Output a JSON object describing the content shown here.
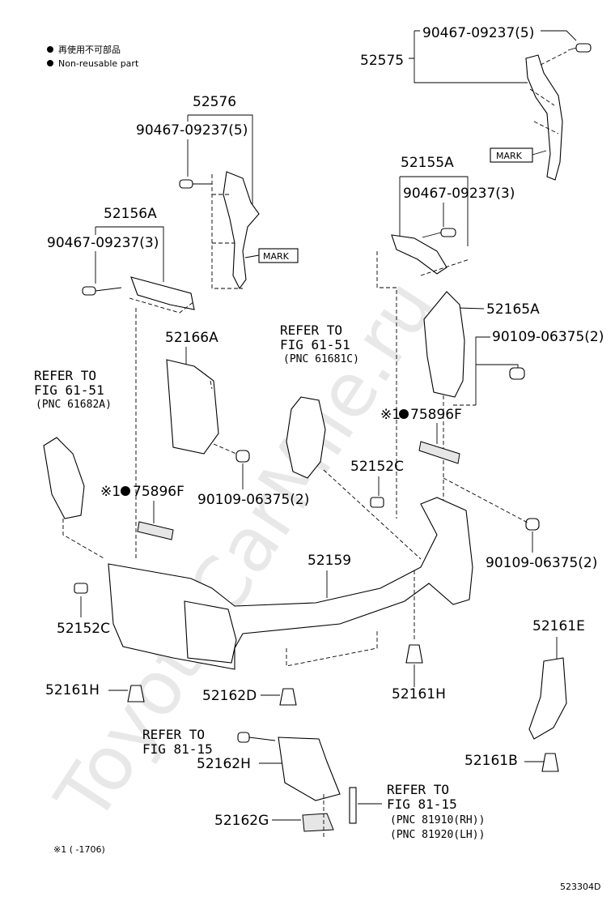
{
  "legend": {
    "line1": "再使用不可部品",
    "line2": "Non-reusable part"
  },
  "watermark": "ToyotaCarMile.ru",
  "labels": {
    "p52575": "52575",
    "bolt_52575": "90467-09237(5)",
    "p52576": "52576",
    "bolt_52576": "90467-09237(5)",
    "p52155A": "52155A",
    "bolt_52155A": "90467-09237(3)",
    "p52156A": "52156A",
    "bolt_52156A": "90467-09237(3)",
    "p52165A": "52165A",
    "screw_52165A": "90109-06375(2)",
    "p52166A": "52166A",
    "screw_52166A": "90109-06375(2)",
    "screw_right": "90109-06375(2)",
    "p75896F_right": "75896F",
    "p75896F_left": "75896F",
    "p52152C_right": "52152C",
    "p52152C_left": "52152C",
    "p52159": "52159",
    "p52161H_left": "52161H",
    "p52161H_right": "52161H",
    "p52162D": "52162D",
    "p52161E": "52161E",
    "p52161B": "52161B",
    "p52162H": "52162H",
    "p52162G": "52162G",
    "mark_upper": "MARK",
    "mark_mid": "MARK",
    "ref_center_1": "REFER TO",
    "ref_center_2": "FIG 61-51",
    "ref_center_3": "(PNC 61681C)",
    "ref_left_1": "REFER TO",
    "ref_left_2": "FIG 61-51",
    "ref_left_3": "(PNC 61682A)",
    "ref_lower_1": "REFER TO",
    "ref_lower_2": "FIG 81-15",
    "ref_bottom_1": "REFER TO",
    "ref_bottom_2": "FIG 81-15",
    "ref_bottom_3": "(PNC 81910(RH))",
    "ref_bottom_4": "(PNC 81920(LH))",
    "note_mark_right": "※1",
    "note_mark_left": "※1",
    "footnote": "※1 (     -1706)",
    "diagram_id": "523304D"
  }
}
